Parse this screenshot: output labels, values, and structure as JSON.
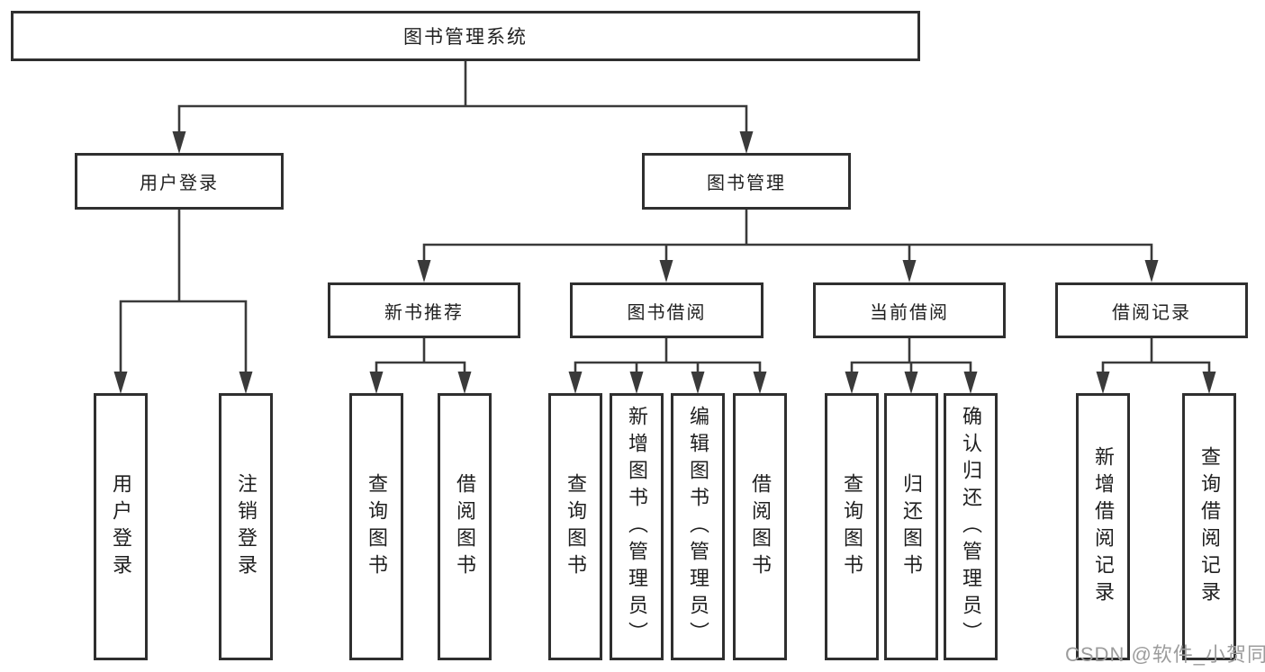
{
  "diagram_title": "图书管理系统",
  "tree": {
    "root": {
      "label": "图书管理系统",
      "children": [
        {
          "label": "用户登录",
          "children": [
            {
              "label": "用户登录"
            },
            {
              "label": "注销登录"
            }
          ]
        },
        {
          "label": "图书管理",
          "children": [
            {
              "label": "新书推荐",
              "children": [
                {
                  "label": "查询图书"
                },
                {
                  "label": "借阅图书"
                }
              ]
            },
            {
              "label": "图书借阅",
              "children": [
                {
                  "label": "查询图书"
                },
                {
                  "label": "新增图书（管理员）"
                },
                {
                  "label": "编辑图书（管理员）"
                },
                {
                  "label": "借阅图书"
                }
              ]
            },
            {
              "label": "当前借阅",
              "children": [
                {
                  "label": "查询图书"
                },
                {
                  "label": "归还图书"
                },
                {
                  "label": "确认归还（管理员）"
                }
              ]
            },
            {
              "label": "借阅记录",
              "children": [
                {
                  "label": "新增借阅记录"
                },
                {
                  "label": "查询借阅记录"
                }
              ]
            }
          ]
        }
      ]
    }
  },
  "watermark": {
    "text": "CSDN @软件_小贺同学"
  },
  "colors": {
    "line": "#3a3a3a",
    "border": "#2f2f2f",
    "text": "#1f1f1f",
    "watermark": "#9c9c9c",
    "background": "#ffffff"
  }
}
